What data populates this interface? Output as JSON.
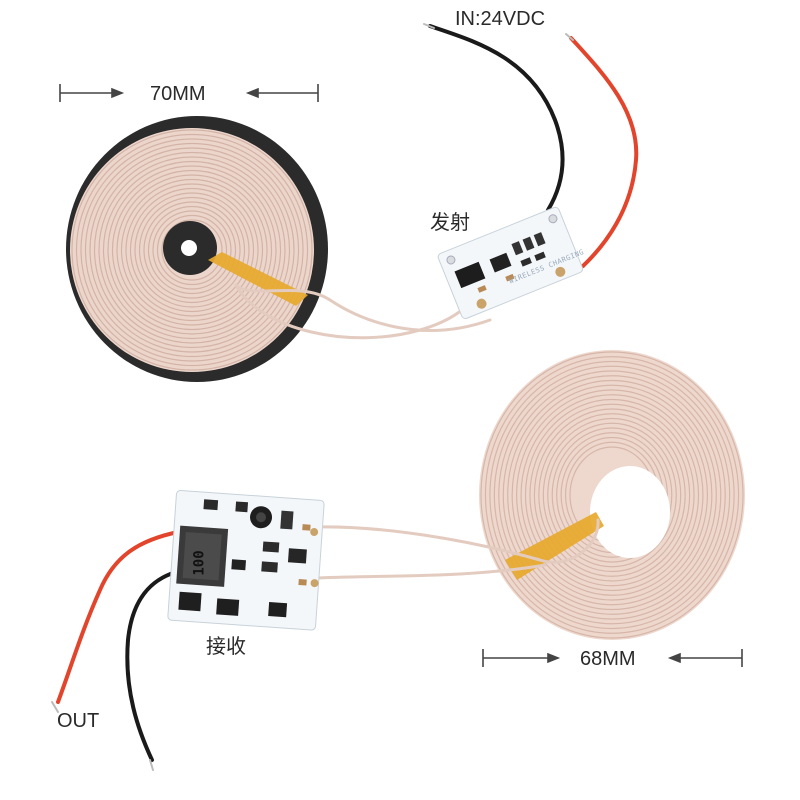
{
  "labels": {
    "input_voltage": "IN:24VDC",
    "transmitter": "发射",
    "receiver": "接收",
    "output": "OUT",
    "tx_coil_diameter": "70MM",
    "rx_coil_diameter": "68MM"
  },
  "pcb": {
    "tx_silkscreen": "WIRELESS CHARGING",
    "rx_inductor_marking": "100"
  },
  "colors": {
    "background": "#ffffff",
    "coil_wire": "#e9cfc4",
    "coil_backing": "#2b2b2b",
    "pcb_white": "#f4f7fa",
    "kapton_tape": "#e7a92d",
    "wire_red": "#e2452b",
    "wire_black": "#1a1a1a"
  }
}
